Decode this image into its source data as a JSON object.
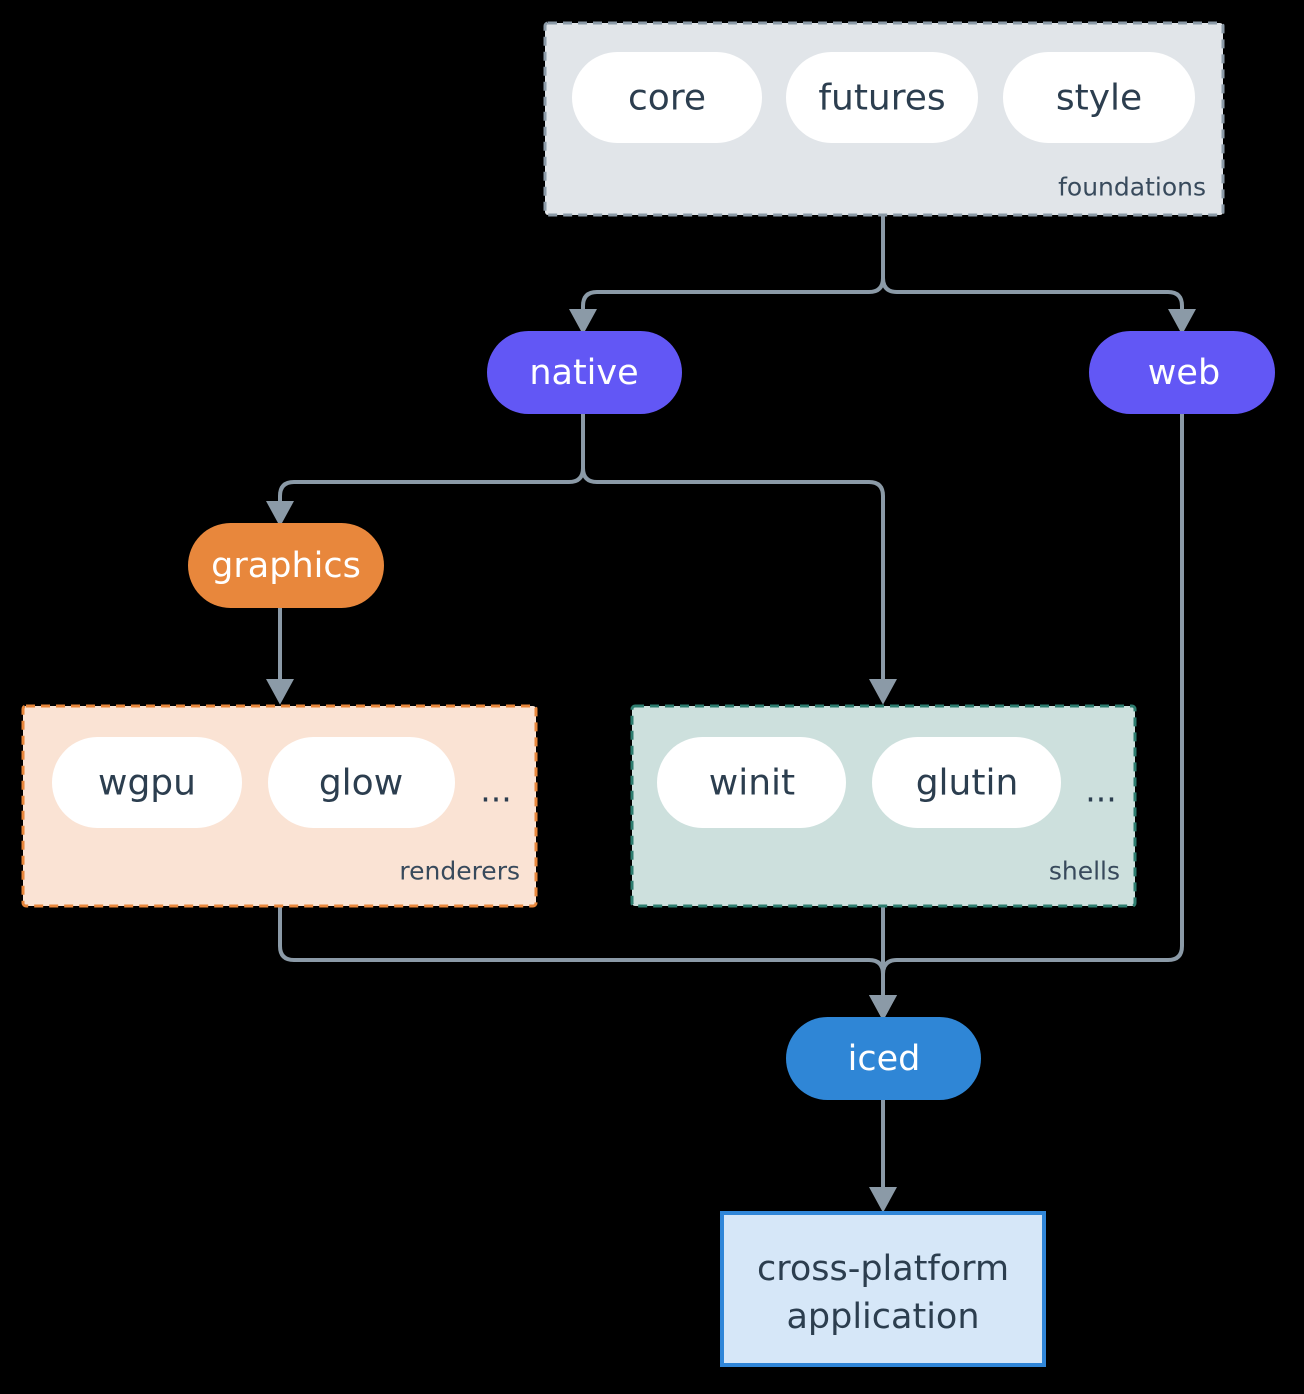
{
  "diagram": {
    "type": "architecture-flow",
    "background_color": "#000000",
    "edge_color": "#8b9aa7",
    "edge_width": 4,
    "groups": [
      {
        "id": "foundations",
        "tag": "foundations",
        "fill": "#e1e5e9",
        "border_color": "#8b9aa7",
        "border_style": "dashed",
        "nodes": [
          {
            "id": "core",
            "label": "core",
            "fill": "#ffffff",
            "text_color": "#2c3e4f"
          },
          {
            "id": "futures",
            "label": "futures",
            "fill": "#ffffff",
            "text_color": "#2c3e4f"
          },
          {
            "id": "style",
            "label": "style",
            "fill": "#ffffff",
            "text_color": "#2c3e4f"
          }
        ]
      },
      {
        "id": "renderers",
        "tag": "renderers",
        "fill": "#fae3d4",
        "border_color": "#e8873c",
        "border_style": "dashed",
        "nodes": [
          {
            "id": "wgpu",
            "label": "wgpu",
            "fill": "#ffffff",
            "text_color": "#2c3e4f"
          },
          {
            "id": "glow",
            "label": "glow",
            "fill": "#ffffff",
            "text_color": "#2c3e4f"
          }
        ],
        "ellipsis": "..."
      },
      {
        "id": "shells",
        "tag": "shells",
        "fill": "#cde0dd",
        "border_color": "#2e7d6f",
        "border_style": "dashed",
        "nodes": [
          {
            "id": "winit",
            "label": "winit",
            "fill": "#ffffff",
            "text_color": "#2c3e4f"
          },
          {
            "id": "glutin",
            "label": "glutin",
            "fill": "#ffffff",
            "text_color": "#2c3e4f"
          }
        ],
        "ellipsis": "..."
      }
    ],
    "nodes": [
      {
        "id": "native",
        "label": "native",
        "fill": "#6257f5",
        "text_color": "#ffffff",
        "shape": "stadium"
      },
      {
        "id": "web",
        "label": "web",
        "fill": "#6257f5",
        "text_color": "#ffffff",
        "shape": "stadium"
      },
      {
        "id": "graphics",
        "label": "graphics",
        "fill": "#e8873c",
        "text_color": "#ffffff",
        "shape": "stadium"
      },
      {
        "id": "iced",
        "label": "iced",
        "fill": "#2f86d6",
        "text_color": "#ffffff",
        "shape": "stadium"
      },
      {
        "id": "application",
        "label_line1": "cross-platform",
        "label_line2": "application",
        "fill": "#d6e7f8",
        "border_color": "#3086d8",
        "text_color": "#2c3e4f",
        "shape": "rect"
      }
    ],
    "edges": [
      {
        "from": "foundations",
        "to": "native"
      },
      {
        "from": "foundations",
        "to": "web"
      },
      {
        "from": "native",
        "to": "graphics"
      },
      {
        "from": "native",
        "to": "shells"
      },
      {
        "from": "graphics",
        "to": "renderers"
      },
      {
        "from": "renderers",
        "to": "iced"
      },
      {
        "from": "shells",
        "to": "iced"
      },
      {
        "from": "web",
        "to": "iced"
      },
      {
        "from": "iced",
        "to": "application"
      }
    ]
  }
}
